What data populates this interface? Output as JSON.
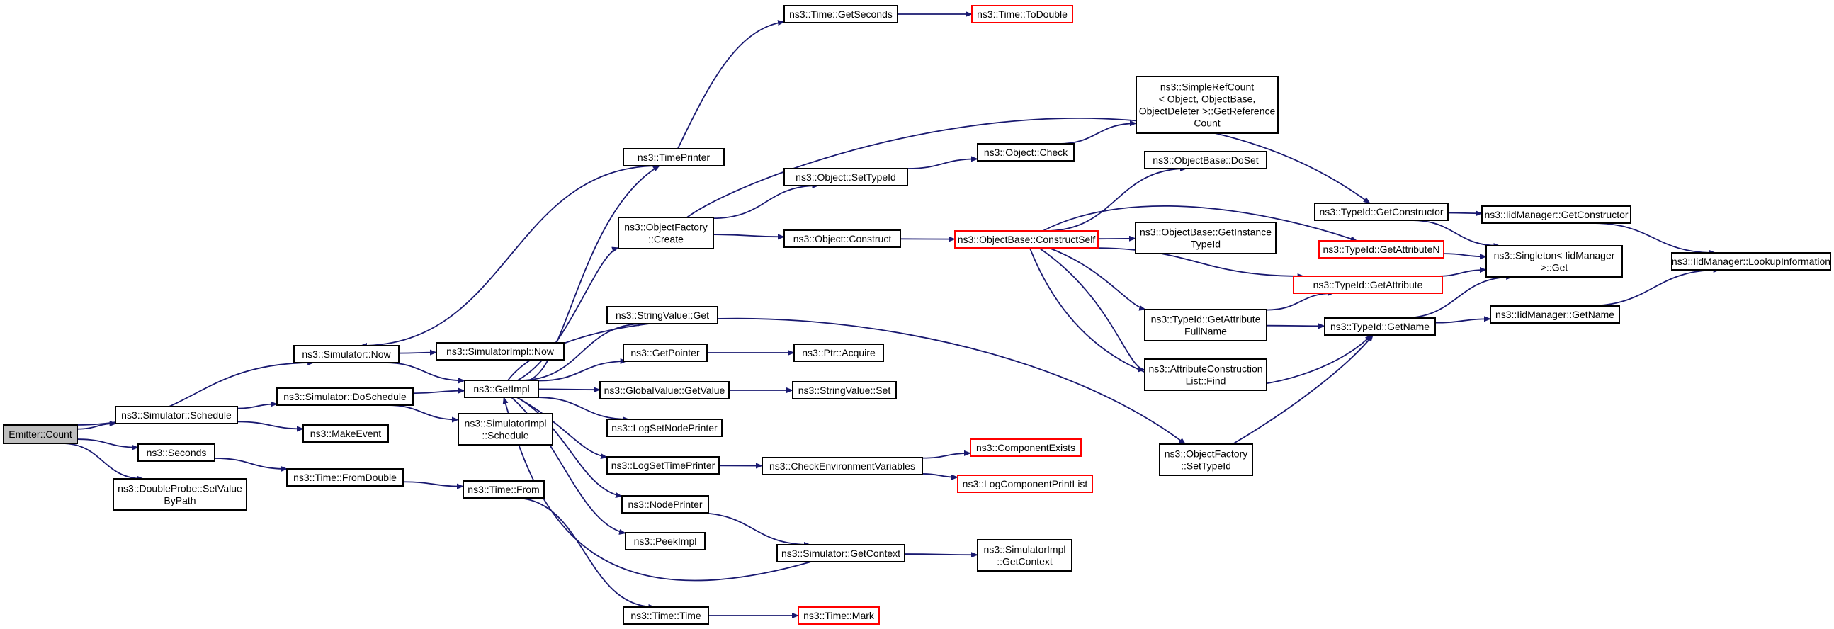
{
  "colors": {
    "background": "#ffffff",
    "edge": "#191970",
    "node_border": "#000000",
    "node_border_unresolved": "#ff0000",
    "root_fill": "#bfbfbf",
    "node_fill": "#ffffff"
  },
  "nodes": [
    {
      "id": "emitter_count",
      "lines": [
        "Emitter::Count"
      ],
      "root": true
    },
    {
      "id": "sim_now",
      "lines": [
        "ns3::Simulator::Now"
      ]
    },
    {
      "id": "sim_schedule",
      "lines": [
        "ns3::Simulator::Schedule"
      ]
    },
    {
      "id": "seconds",
      "lines": [
        "ns3::Seconds"
      ]
    },
    {
      "id": "doubleprobe_setvalue",
      "lines": [
        "ns3::DoubleProbe::SetValue",
        "ByPath"
      ]
    },
    {
      "id": "simimpl_now",
      "lines": [
        "ns3::SimulatorImpl::Now"
      ]
    },
    {
      "id": "getimpl",
      "lines": [
        "ns3::GetImpl"
      ]
    },
    {
      "id": "timeprinter",
      "lines": [
        "ns3::TimePrinter"
      ]
    },
    {
      "id": "sim_doschedule",
      "lines": [
        "ns3::Simulator::DoSchedule"
      ]
    },
    {
      "id": "makeevent",
      "lines": [
        "ns3::MakeEvent"
      ]
    },
    {
      "id": "simimpl_schedule",
      "lines": [
        "ns3::SimulatorImpl",
        "::Schedule"
      ]
    },
    {
      "id": "time_fromdouble",
      "lines": [
        "ns3::Time::FromDouble"
      ]
    },
    {
      "id": "time_from",
      "lines": [
        "ns3::Time::From"
      ]
    },
    {
      "id": "time_time",
      "lines": [
        "ns3::Time::Time"
      ]
    },
    {
      "id": "time_mark",
      "lines": [
        "ns3::Time::Mark"
      ],
      "unresolved": true
    },
    {
      "id": "time_getseconds",
      "lines": [
        "ns3::Time::GetSeconds"
      ]
    },
    {
      "id": "time_todouble",
      "lines": [
        "ns3::Time::ToDouble"
      ],
      "unresolved": true
    },
    {
      "id": "objfactory_create",
      "lines": [
        "ns3::ObjectFactory",
        "::Create"
      ]
    },
    {
      "id": "stringvalue_get",
      "lines": [
        "ns3::StringValue::Get"
      ]
    },
    {
      "id": "getpointer",
      "lines": [
        "ns3::GetPointer"
      ]
    },
    {
      "id": "globalvalue_getvalue",
      "lines": [
        "ns3::GlobalValue::GetValue"
      ]
    },
    {
      "id": "logsetnodeprinter",
      "lines": [
        "ns3::LogSetNodePrinter"
      ]
    },
    {
      "id": "logsettimeprinter",
      "lines": [
        "ns3::LogSetTimePrinter"
      ]
    },
    {
      "id": "nodeprinter",
      "lines": [
        "ns3::NodePrinter"
      ]
    },
    {
      "id": "peekimpl",
      "lines": [
        "ns3::PeekImpl"
      ]
    },
    {
      "id": "object_settypeid",
      "lines": [
        "ns3::Object::SetTypeId"
      ]
    },
    {
      "id": "object_construct",
      "lines": [
        "ns3::Object::Construct"
      ]
    },
    {
      "id": "ptr_acquire",
      "lines": [
        "ns3::Ptr::Acquire"
      ]
    },
    {
      "id": "stringvalue_set",
      "lines": [
        "ns3::StringValue::Set"
      ]
    },
    {
      "id": "checkenvvars",
      "lines": [
        "ns3::CheckEnvironmentVariables"
      ]
    },
    {
      "id": "sim_getcontext",
      "lines": [
        "ns3::Simulator::GetContext"
      ]
    },
    {
      "id": "object_check",
      "lines": [
        "ns3::Object::Check"
      ]
    },
    {
      "id": "simplerefcount",
      "lines": [
        "ns3::SimpleRefCount",
        "< Object, ObjectBase,",
        "ObjectDeleter >::GetReference",
        "Count"
      ]
    },
    {
      "id": "objbase_constructself",
      "lines": [
        "ns3::ObjectBase::ConstructSelf"
      ],
      "unresolved": true
    },
    {
      "id": "componentexists",
      "lines": [
        "ns3::ComponentExists"
      ],
      "unresolved": true
    },
    {
      "id": "logcomponentprintlist",
      "lines": [
        "ns3::LogComponentPrintList"
      ],
      "unresolved": true
    },
    {
      "id": "simimpl_getcontext",
      "lines": [
        "ns3::SimulatorImpl",
        "::GetContext"
      ]
    },
    {
      "id": "objbase_doset",
      "lines": [
        "ns3::ObjectBase::DoSet"
      ]
    },
    {
      "id": "objbase_getinstancetypeid",
      "lines": [
        "ns3::ObjectBase::GetInstance",
        "TypeId"
      ]
    },
    {
      "id": "typeid_getattributefullname",
      "lines": [
        "ns3::TypeId::GetAttribute",
        "FullName"
      ]
    },
    {
      "id": "attrconstructionlist_find",
      "lines": [
        "ns3::AttributeConstruction",
        "List::Find"
      ]
    },
    {
      "id": "objfactory_settypeid",
      "lines": [
        "ns3::ObjectFactory",
        "::SetTypeId"
      ]
    },
    {
      "id": "typeid_getconstructor",
      "lines": [
        "ns3::TypeId::GetConstructor"
      ]
    },
    {
      "id": "typeid_getattributen",
      "lines": [
        "ns3::TypeId::GetAttributeN"
      ],
      "unresolved": true
    },
    {
      "id": "typeid_getattribute",
      "lines": [
        "ns3::TypeId::GetAttribute"
      ],
      "unresolved": true
    },
    {
      "id": "typeid_getname",
      "lines": [
        "ns3::TypeId::GetName"
      ]
    },
    {
      "id": "iidmanager_getconstructor",
      "lines": [
        "ns3::IidManager::GetConstructor"
      ]
    },
    {
      "id": "singleton_get",
      "lines": [
        "ns3::Singleton< IidManager",
        ">::Get"
      ]
    },
    {
      "id": "iidmanager_getname",
      "lines": [
        "ns3::IidManager::GetName"
      ]
    },
    {
      "id": "iidmanager_lookupinformation",
      "lines": [
        "ns3::IidManager::LookupInformation"
      ]
    }
  ],
  "edges": [
    [
      "emitter_count",
      "sim_now"
    ],
    [
      "emitter_count",
      "sim_schedule"
    ],
    [
      "emitter_count",
      "seconds"
    ],
    [
      "emitter_count",
      "doubleprobe_setvalue"
    ],
    [
      "sim_now",
      "simimpl_now"
    ],
    [
      "sim_now",
      "getimpl"
    ],
    [
      "sim_schedule",
      "sim_doschedule"
    ],
    [
      "sim_schedule",
      "makeevent"
    ],
    [
      "seconds",
      "time_fromdouble"
    ],
    [
      "sim_doschedule",
      "getimpl"
    ],
    [
      "sim_doschedule",
      "simimpl_schedule"
    ],
    [
      "time_fromdouble",
      "time_from"
    ],
    [
      "time_from",
      "time_time"
    ],
    [
      "time_time",
      "time_mark"
    ],
    [
      "getimpl",
      "timeprinter"
    ],
    [
      "getimpl",
      "objfactory_create"
    ],
    [
      "getimpl",
      "stringvalue_get"
    ],
    [
      "getimpl",
      "getpointer"
    ],
    [
      "getimpl",
      "globalvalue_getvalue"
    ],
    [
      "getimpl",
      "logsetnodeprinter"
    ],
    [
      "getimpl",
      "logsettimeprinter"
    ],
    [
      "getimpl",
      "nodeprinter"
    ],
    [
      "getimpl",
      "peekimpl"
    ],
    [
      "getimpl",
      "objfactory_settypeid"
    ],
    [
      "timeprinter",
      "sim_now"
    ],
    [
      "timeprinter",
      "time_getseconds"
    ],
    [
      "time_getseconds",
      "time_todouble"
    ],
    [
      "objfactory_create",
      "object_settypeid"
    ],
    [
      "objfactory_create",
      "object_construct"
    ],
    [
      "objfactory_create",
      "typeid_getconstructor"
    ],
    [
      "getpointer",
      "ptr_acquire"
    ],
    [
      "globalvalue_getvalue",
      "stringvalue_set"
    ],
    [
      "logsettimeprinter",
      "checkenvvars"
    ],
    [
      "nodeprinter",
      "sim_getcontext"
    ],
    [
      "checkenvvars",
      "componentexists"
    ],
    [
      "checkenvvars",
      "logcomponentprintlist"
    ],
    [
      "sim_getcontext",
      "simimpl_getcontext"
    ],
    [
      "sim_getcontext",
      "getimpl"
    ],
    [
      "object_settypeid",
      "object_check"
    ],
    [
      "object_check",
      "simplerefcount"
    ],
    [
      "object_construct",
      "objbase_constructself"
    ],
    [
      "objbase_constructself",
      "objbase_doset"
    ],
    [
      "objbase_constructself",
      "objbase_getinstancetypeid"
    ],
    [
      "objbase_constructself",
      "typeid_getattributen"
    ],
    [
      "objbase_constructself",
      "typeid_getattribute"
    ],
    [
      "objbase_constructself",
      "typeid_getattributefullname"
    ],
    [
      "objbase_constructself",
      "attrconstructionlist_find"
    ],
    [
      "objbase_constructself",
      "typeid_getname"
    ],
    [
      "typeid_getattributefullname",
      "typeid_getattribute"
    ],
    [
      "typeid_getattributefullname",
      "typeid_getname"
    ],
    [
      "objfactory_settypeid",
      "typeid_getname"
    ],
    [
      "typeid_getconstructor",
      "iidmanager_getconstructor"
    ],
    [
      "typeid_getconstructor",
      "singleton_get"
    ],
    [
      "typeid_getattributen",
      "singleton_get"
    ],
    [
      "typeid_getattribute",
      "singleton_get"
    ],
    [
      "typeid_getname",
      "singleton_get"
    ],
    [
      "typeid_getname",
      "iidmanager_getname"
    ],
    [
      "iidmanager_getconstructor",
      "iidmanager_lookupinformation"
    ],
    [
      "iidmanager_getname",
      "iidmanager_lookupinformation"
    ]
  ]
}
